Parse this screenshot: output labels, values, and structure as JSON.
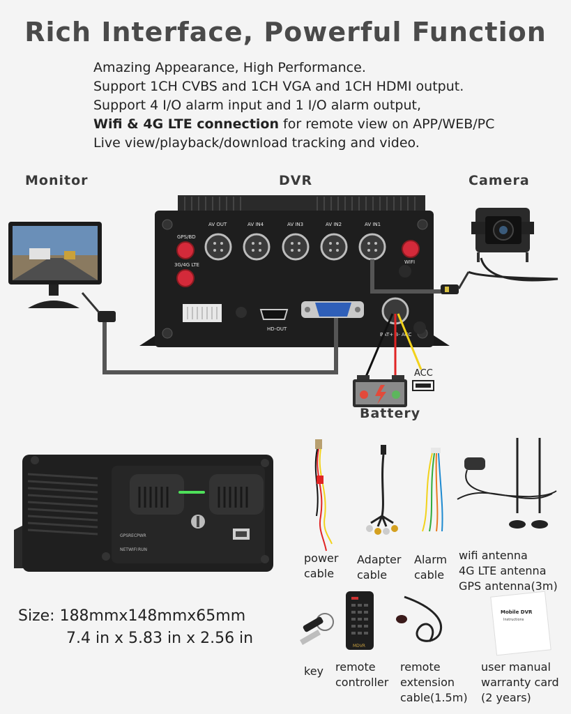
{
  "title": "Rich Interface, Powerful Function",
  "features": [
    "Amazing Appearance, High Performance.",
    "Support 1CH CVBS and 1CH VGA and 1CH HDMI output.",
    "Support 4 I/O alarm input and 1 I/O alarm output,",
    {
      "bold": "Wifi & 4G LTE connection",
      "rest": " for remote view on APP/WEB/PC"
    },
    "Live view/playback/download tracking and video."
  ],
  "diagram": {
    "monitor_label": "Monitor",
    "dvr_label": "DVR",
    "camera_label": "Camera",
    "battery_label": "Battery",
    "acc_label": "ACC",
    "ports": {
      "av_out": "AV OUT",
      "av_in4": "AV IN4",
      "av_in3": "AV IN3",
      "av_in2": "AV IN2",
      "av_in1": "AV IN1",
      "gps_bd": "GPS/BD",
      "lte": "3G/4G LTE",
      "wifi": "WIFI",
      "hd_out": "HD-OUT",
      "power": "BAT+ B- ACC"
    },
    "front_indicators": [
      "GPS",
      "REC",
      "PWR",
      "NET",
      "WIFI",
      "RUN"
    ]
  },
  "accessories": [
    {
      "lines": [
        "power",
        "cable"
      ]
    },
    {
      "lines": [
        "Adapter",
        "cable"
      ]
    },
    {
      "lines": [
        "Alarm",
        "cable"
      ]
    },
    {
      "lines": [
        "wifi antenna",
        "4G LTE antenna",
        "GPS antenna(3m)"
      ]
    },
    {
      "lines": [
        "key"
      ]
    },
    {
      "lines": [
        "remote",
        "controller"
      ]
    },
    {
      "lines": [
        "remote",
        "extension",
        "cable(1.5m)"
      ]
    },
    {
      "lines": [
        "user manual",
        "warranty card",
        "(2 years)"
      ]
    }
  ],
  "manual_cover": {
    "heading": "Mobile DVR",
    "sub": "Instructions"
  },
  "remote_brand": "MDVR",
  "size": {
    "line1": "Size: 188mmx148mmx65mm",
    "line2": "7.4 in x 5.83 in x 2.56 in"
  },
  "colors": {
    "title": "#4a4a4a",
    "dvr_body": "#1e1e1e",
    "red_wire": "#e02424",
    "yellow_wire": "#f2d21b",
    "vga_blue": "#2f5fb8",
    "cable_gray": "#555555"
  }
}
